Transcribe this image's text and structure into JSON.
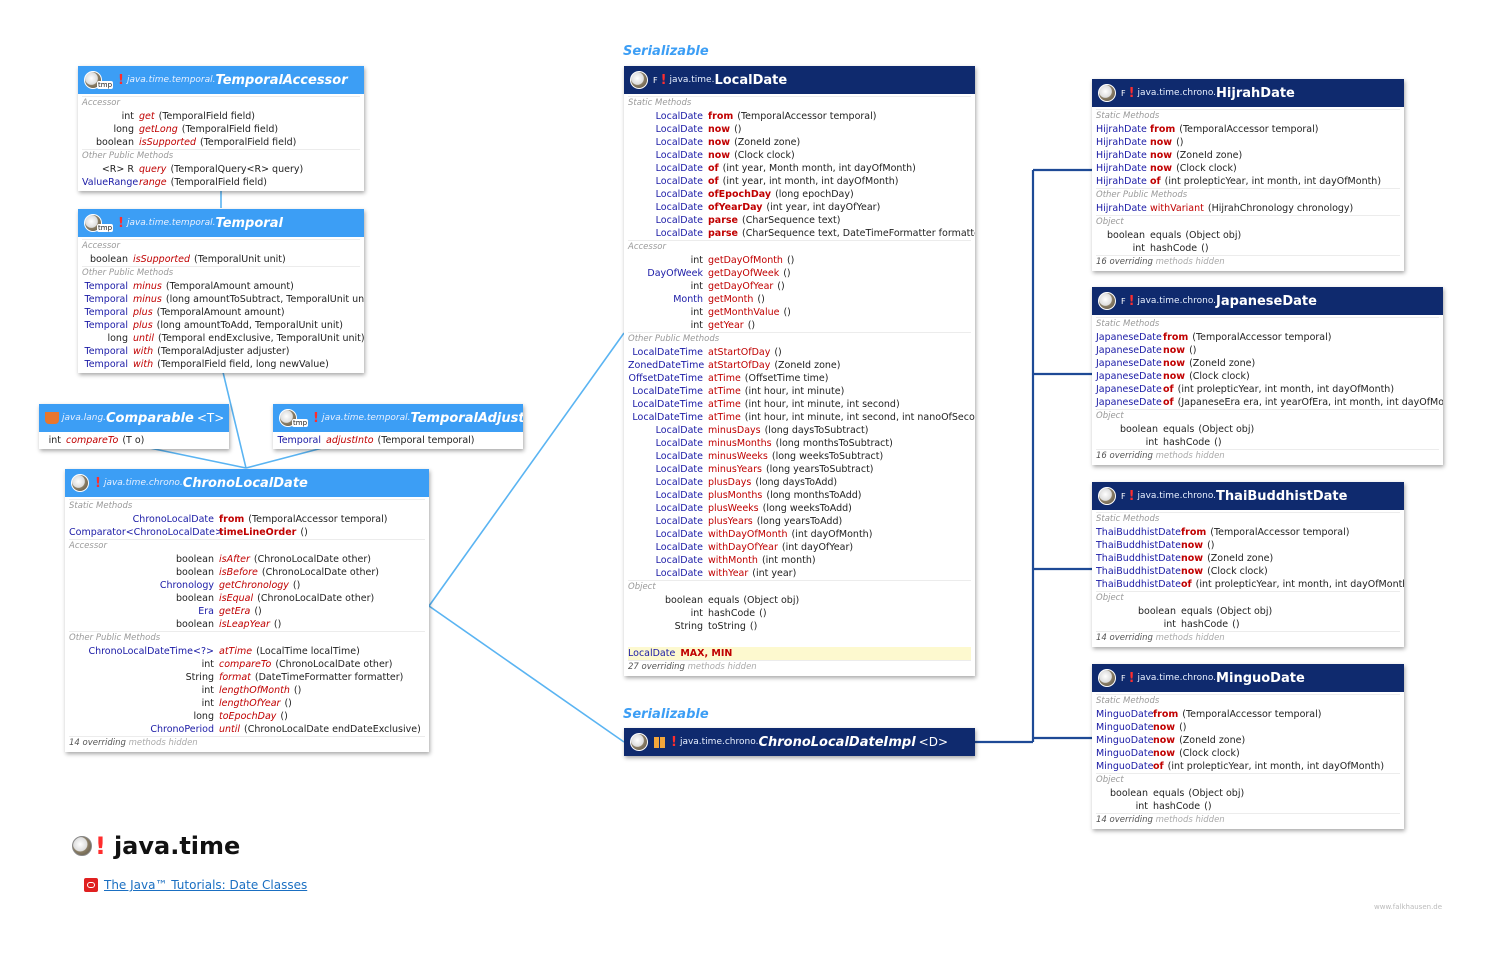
{
  "title": "java.time",
  "tutorial_link": "The Java™ Tutorials: Date Classes",
  "credit": "www.falkhausen.de",
  "serializable_label": "Serializable",
  "colors": {
    "interface_header": "#3c9ef5",
    "class_header": "#0f2a6e",
    "wire_light": "#5ab4f2",
    "wire_dark": "#1e4a96"
  },
  "boxes": {
    "temporal_accessor": {
      "pkg": "java.time.temporal.",
      "cls": "TemporalAccessor",
      "sections": [
        {
          "label": "Accessor",
          "rows": [
            {
              "t": "int",
              "n": "get",
              "p": "(TemporalField field)"
            },
            {
              "t": "long",
              "n": "getLong",
              "p": "(TemporalField field)"
            },
            {
              "t": "boolean",
              "n": "isSupported",
              "p": "(TemporalField field)"
            }
          ]
        },
        {
          "label": "Other Public Methods",
          "rows": [
            {
              "t": "<R> R",
              "n": "query",
              "p": "(TemporalQuery<R> query)"
            },
            {
              "t": "ValueRange",
              "n": "range",
              "p": "(TemporalField field)"
            }
          ]
        }
      ]
    },
    "temporal": {
      "pkg": "java.time.temporal.",
      "cls": "Temporal",
      "sections": [
        {
          "label": "Accessor",
          "rows": [
            {
              "t": "boolean",
              "n": "isSupported",
              "p": "(TemporalUnit unit)"
            }
          ]
        },
        {
          "label": "Other Public Methods",
          "rows": [
            {
              "t": "Temporal",
              "n": "minus",
              "p": "(TemporalAmount amount)"
            },
            {
              "t": "Temporal",
              "n": "minus",
              "p": "(long amountToSubtract, TemporalUnit unit)"
            },
            {
              "t": "Temporal",
              "n": "plus",
              "p": "(TemporalAmount amount)"
            },
            {
              "t": "Temporal",
              "n": "plus",
              "p": "(long amountToAdd, TemporalUnit unit)"
            },
            {
              "t": "long",
              "n": "until",
              "p": "(Temporal endExclusive, TemporalUnit unit)"
            },
            {
              "t": "Temporal",
              "n": "with",
              "p": "(TemporalAdjuster adjuster)"
            },
            {
              "t": "Temporal",
              "n": "with",
              "p": "(TemporalField field, long newValue)"
            }
          ]
        }
      ]
    },
    "comparable": {
      "pkg": "java.lang.",
      "cls": "Comparable",
      "gen": "<T>",
      "sections": [
        {
          "label": "",
          "rows": [
            {
              "t": "int",
              "n": "compareTo",
              "p": "(T o)"
            }
          ]
        }
      ]
    },
    "temporal_adjuster": {
      "pkg": "java.time.temporal.",
      "cls": "TemporalAdjuster",
      "sections": [
        {
          "label": "",
          "rows": [
            {
              "t": "Temporal",
              "n": "adjustInto",
              "p": "(Temporal temporal)"
            }
          ]
        }
      ]
    },
    "chrono_local_date": {
      "pkg": "java.time.chrono.",
      "cls": "ChronoLocalDate",
      "sections": [
        {
          "label": "Static Methods",
          "rows": [
            {
              "t": "ChronoLocalDate",
              "n": "from",
              "p": "(TemporalAccessor temporal)"
            },
            {
              "t": "Comparator<ChronoLocalDate>",
              "n": "timeLineOrder",
              "p": "()"
            }
          ]
        },
        {
          "label": "Accessor",
          "rows": [
            {
              "t": "boolean",
              "n": "isAfter",
              "p": "(ChronoLocalDate other)"
            },
            {
              "t": "boolean",
              "n": "isBefore",
              "p": "(ChronoLocalDate other)"
            },
            {
              "t": "Chronology",
              "n": "getChronology",
              "p": "()"
            },
            {
              "t": "boolean",
              "n": "isEqual",
              "p": "(ChronoLocalDate other)"
            },
            {
              "t": "Era",
              "n": "getEra",
              "p": "()"
            },
            {
              "t": "boolean",
              "n": "isLeapYear",
              "p": "()"
            }
          ]
        },
        {
          "label": "Other Public Methods",
          "rows": [
            {
              "t": "ChronoLocalDateTime<?>",
              "n": "atTime",
              "p": "(LocalTime localTime)"
            },
            {
              "t": "int",
              "n": "compareTo",
              "p": "(ChronoLocalDate other)"
            },
            {
              "t": "String",
              "n": "format",
              "p": "(DateTimeFormatter formatter)"
            },
            {
              "t": "int",
              "n": "lengthOfMonth",
              "p": "()"
            },
            {
              "t": "int",
              "n": "lengthOfYear",
              "p": "()"
            },
            {
              "t": "long",
              "n": "toEpochDay",
              "p": "()"
            },
            {
              "t": "ChronoPeriod",
              "n": "until",
              "p": "(ChronoLocalDate endDateExclusive)"
            }
          ]
        }
      ],
      "foot": "14 overriding"
    },
    "local_date": {
      "pkg": "java.time.",
      "cls": "LocalDate",
      "sections": [
        {
          "label": "Static Methods",
          "rows": [
            {
              "t": "LocalDate",
              "n": "from",
              "p": "(TemporalAccessor temporal)"
            },
            {
              "t": "LocalDate",
              "n": "now",
              "p": "()"
            },
            {
              "t": "LocalDate",
              "n": "now",
              "p": "(ZoneId zone)"
            },
            {
              "t": "LocalDate",
              "n": "now",
              "p": "(Clock clock)"
            },
            {
              "t": "LocalDate",
              "n": "of",
              "p": "(int year, Month month, int dayOfMonth)"
            },
            {
              "t": "LocalDate",
              "n": "of",
              "p": "(int year, int month, int dayOfMonth)"
            },
            {
              "t": "LocalDate",
              "n": "ofEpochDay",
              "p": "(long epochDay)"
            },
            {
              "t": "LocalDate",
              "n": "ofYearDay",
              "p": "(int year, int dayOfYear)"
            },
            {
              "t": "LocalDate",
              "n": "parse",
              "p": "(CharSequence text)"
            },
            {
              "t": "LocalDate",
              "n": "parse",
              "p": "(CharSequence text, DateTimeFormatter formatter)"
            }
          ]
        },
        {
          "label": "Accessor",
          "rows": [
            {
              "t": "int",
              "n": "getDayOfMonth",
              "p": "()"
            },
            {
              "t": "DayOfWeek",
              "n": "getDayOfWeek",
              "p": "()"
            },
            {
              "t": "int",
              "n": "getDayOfYear",
              "p": "()"
            },
            {
              "t": "Month",
              "n": "getMonth",
              "p": "()"
            },
            {
              "t": "int",
              "n": "getMonthValue",
              "p": "()"
            },
            {
              "t": "int",
              "n": "getYear",
              "p": "()"
            }
          ]
        },
        {
          "label": "Other Public Methods",
          "rows": [
            {
              "t": "LocalDateTime",
              "n": "atStartOfDay",
              "p": "()"
            },
            {
              "t": "ZonedDateTime",
              "n": "atStartOfDay",
              "p": "(ZoneId zone)"
            },
            {
              "t": "OffsetDateTime",
              "n": "atTime",
              "p": "(OffsetTime time)"
            },
            {
              "t": "LocalDateTime",
              "n": "atTime",
              "p": "(int hour, int minute)"
            },
            {
              "t": "LocalDateTime",
              "n": "atTime",
              "p": "(int hour, int minute, int second)"
            },
            {
              "t": "LocalDateTime",
              "n": "atTime",
              "p": "(int hour, int minute, int second, int nanoOfSecond)"
            },
            {
              "t": "LocalDate",
              "n": "minusDays",
              "p": "(long daysToSubtract)"
            },
            {
              "t": "LocalDate",
              "n": "minusMonths",
              "p": "(long monthsToSubtract)"
            },
            {
              "t": "LocalDate",
              "n": "minusWeeks",
              "p": "(long weeksToSubtract)"
            },
            {
              "t": "LocalDate",
              "n": "minusYears",
              "p": "(long yearsToSubtract)"
            },
            {
              "t": "LocalDate",
              "n": "plusDays",
              "p": "(long daysToAdd)"
            },
            {
              "t": "LocalDate",
              "n": "plusMonths",
              "p": "(long monthsToAdd)"
            },
            {
              "t": "LocalDate",
              "n": "plusWeeks",
              "p": "(long weeksToAdd)"
            },
            {
              "t": "LocalDate",
              "n": "plusYears",
              "p": "(long yearsToAdd)"
            },
            {
              "t": "LocalDate",
              "n": "withDayOfMonth",
              "p": "(int dayOfMonth)"
            },
            {
              "t": "LocalDate",
              "n": "withDayOfYear",
              "p": "(int dayOfYear)"
            },
            {
              "t": "LocalDate",
              "n": "withMonth",
              "p": "(int month)"
            },
            {
              "t": "LocalDate",
              "n": "withYear",
              "p": "(int year)"
            }
          ]
        },
        {
          "label": "Object",
          "rows": [
            {
              "t": "boolean",
              "n": "equals",
              "p": "(Object obj)"
            },
            {
              "t": "int",
              "n": "hashCode",
              "p": "()"
            },
            {
              "t": "String",
              "n": "toString",
              "p": "()"
            }
          ]
        }
      ],
      "fields": {
        "t": "LocalDate",
        "v": "MAX, MIN"
      },
      "foot": "27 overriding"
    },
    "chrono_local_date_impl": {
      "pkg": "java.time.chrono.",
      "cls": "ChronoLocalDateImpl",
      "gen": "<D>",
      "sections": []
    },
    "hijrah_date": {
      "pkg": "java.time.chrono.",
      "cls": "HijrahDate",
      "sections": [
        {
          "label": "Static Methods",
          "rows": [
            {
              "t": "HijrahDate",
              "n": "from",
              "p": "(TemporalAccessor temporal)"
            },
            {
              "t": "HijrahDate",
              "n": "now",
              "p": "()"
            },
            {
              "t": "HijrahDate",
              "n": "now",
              "p": "(ZoneId zone)"
            },
            {
              "t": "HijrahDate",
              "n": "now",
              "p": "(Clock clock)"
            },
            {
              "t": "HijrahDate",
              "n": "of",
              "p": "(int prolepticYear, int month, int dayOfMonth)"
            }
          ]
        },
        {
          "label": "Other Public Methods",
          "rows": [
            {
              "t": "HijrahDate",
              "n": "withVariant",
              "p": "(HijrahChronology chronology)"
            }
          ]
        },
        {
          "label": "Object",
          "rows": [
            {
              "t": "boolean",
              "n": "equals",
              "p": "(Object obj)"
            },
            {
              "t": "int",
              "n": "hashCode",
              "p": "()"
            }
          ]
        }
      ],
      "foot": "16 overriding"
    },
    "japanese_date": {
      "pkg": "java.time.chrono.",
      "cls": "JapaneseDate",
      "sections": [
        {
          "label": "Static Methods",
          "rows": [
            {
              "t": "JapaneseDate",
              "n": "from",
              "p": "(TemporalAccessor temporal)"
            },
            {
              "t": "JapaneseDate",
              "n": "now",
              "p": "()"
            },
            {
              "t": "JapaneseDate",
              "n": "now",
              "p": "(ZoneId zone)"
            },
            {
              "t": "JapaneseDate",
              "n": "now",
              "p": "(Clock clock)"
            },
            {
              "t": "JapaneseDate",
              "n": "of",
              "p": "(int prolepticYear, int month, int dayOfMonth)"
            },
            {
              "t": "JapaneseDate",
              "n": "of",
              "p": "(JapaneseEra era, int yearOfEra, int month, int dayOfMonth)"
            }
          ]
        },
        {
          "label": "Object",
          "rows": [
            {
              "t": "boolean",
              "n": "equals",
              "p": "(Object obj)"
            },
            {
              "t": "int",
              "n": "hashCode",
              "p": "()"
            }
          ]
        }
      ],
      "foot": "16 overriding"
    },
    "thai_buddhist_date": {
      "pkg": "java.time.chrono.",
      "cls": "ThaiBuddhistDate",
      "sections": [
        {
          "label": "Static Methods",
          "rows": [
            {
              "t": "ThaiBuddhistDate",
              "n": "from",
              "p": "(TemporalAccessor temporal)"
            },
            {
              "t": "ThaiBuddhistDate",
              "n": "now",
              "p": "()"
            },
            {
              "t": "ThaiBuddhistDate",
              "n": "now",
              "p": "(ZoneId zone)"
            },
            {
              "t": "ThaiBuddhistDate",
              "n": "now",
              "p": "(Clock clock)"
            },
            {
              "t": "ThaiBuddhistDate",
              "n": "of",
              "p": "(int prolepticYear, int month, int dayOfMonth)"
            }
          ]
        },
        {
          "label": "Object",
          "rows": [
            {
              "t": "boolean",
              "n": "equals",
              "p": "(Object obj)"
            },
            {
              "t": "int",
              "n": "hashCode",
              "p": "()"
            }
          ]
        }
      ],
      "foot": "14 overriding"
    },
    "minguo_date": {
      "pkg": "java.time.chrono.",
      "cls": "MinguoDate",
      "sections": [
        {
          "label": "Static Methods",
          "rows": [
            {
              "t": "MinguoDate",
              "n": "from",
              "p": "(TemporalAccessor temporal)"
            },
            {
              "t": "MinguoDate",
              "n": "now",
              "p": "()"
            },
            {
              "t": "MinguoDate",
              "n": "now",
              "p": "(ZoneId zone)"
            },
            {
              "t": "MinguoDate",
              "n": "now",
              "p": "(Clock clock)"
            },
            {
              "t": "MinguoDate",
              "n": "of",
              "p": "(int prolepticYear, int month, int dayOfMonth)"
            }
          ]
        },
        {
          "label": "Object",
          "rows": [
            {
              "t": "boolean",
              "n": "equals",
              "p": "(Object obj)"
            },
            {
              "t": "int",
              "n": "hashCode",
              "p": "()"
            }
          ]
        }
      ],
      "foot": "14 overriding"
    }
  },
  "foot_hidden_label": "methods hidden"
}
